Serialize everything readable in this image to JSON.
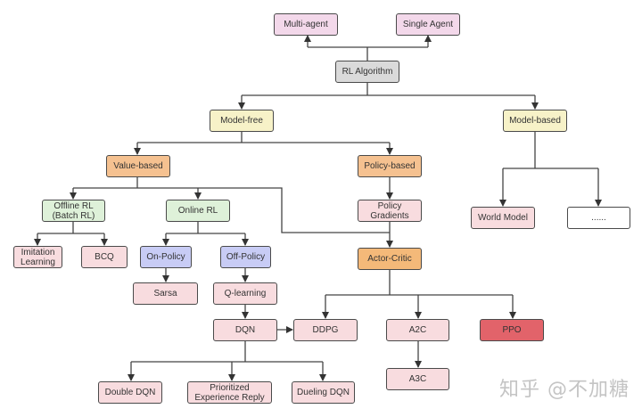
{
  "nodes": {
    "multi_agent": "Multi-agent",
    "single_agent": "Single Agent",
    "rl_algorithm": "RL Algorithm",
    "model_free": "Model-free",
    "model_based": "Model-based",
    "value_based": "Value-based",
    "policy_based": "Policy-based",
    "offline_rl": "Offline RL\n(Batch RL)",
    "online_rl": "Online RL",
    "policy_gradients": "Policy\nGradients",
    "world_model": "World Model",
    "ellipsis": "......",
    "imitation_learning": "Imitation\nLearning",
    "bcq": "BCQ",
    "on_policy": "On-Policy",
    "off_policy": "Off-Policy",
    "actor_critic": "Actor-Critic",
    "sarsa": "Sarsa",
    "q_learning": "Q-learning",
    "dqn": "DQN",
    "ddpg": "DDPG",
    "a2c": "A2C",
    "ppo": "PPO",
    "a3c": "A3C",
    "double_dqn": "Double DQN",
    "prioritized_er": "Prioritized\nExperience Reply",
    "dueling_dqn": "Dueling DQN"
  },
  "watermark": "知乎 @不加糖"
}
